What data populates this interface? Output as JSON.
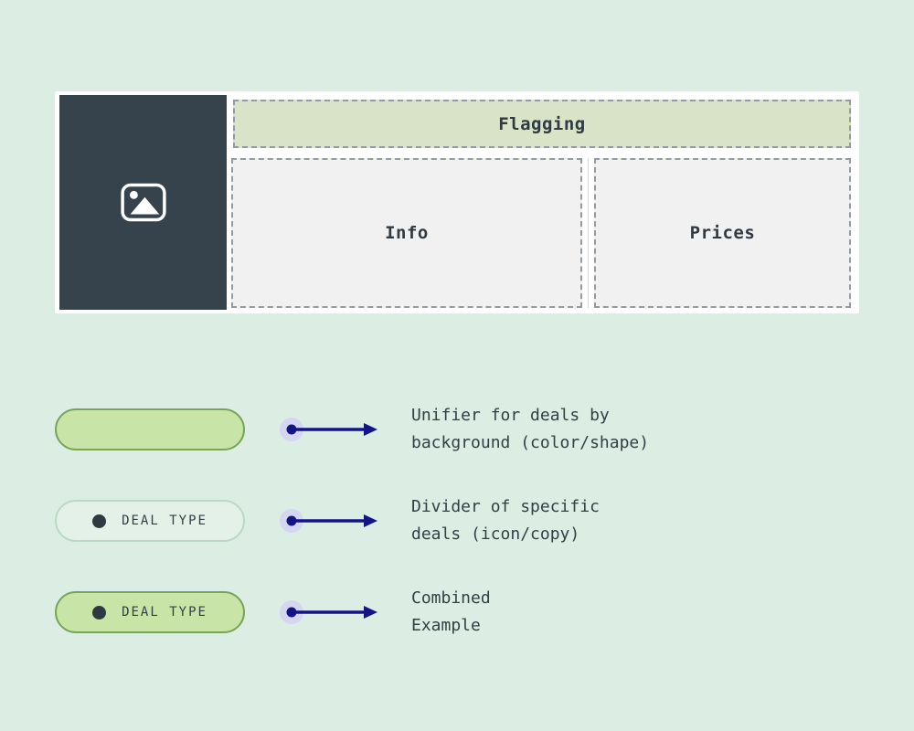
{
  "colors": {
    "page_bg": "#dcede3",
    "card_bg": "#ffffff",
    "image_panel_bg": "#36434c",
    "flagging_bg": "#d8e3c8",
    "zone_bg": "#f1f1f2",
    "dashed_border": "#939ba1",
    "text_dark": "#333e45",
    "pill_green_bg": "#c8e5a7",
    "pill_green_border": "#78a55b",
    "pill_light_bg": "#e4f1e9",
    "pill_light_border": "#bad9c4",
    "arrow": "#141487",
    "arrow_halo": "#d4d6f2"
  },
  "card": {
    "image_icon": "image-icon",
    "flagging_label": "Flagging",
    "info_label": "Info",
    "prices_label": "Prices"
  },
  "legend": {
    "rows": [
      {
        "pill_style": "filled",
        "pill_label": "",
        "desc_line1": "Unifier for deals by",
        "desc_line2": "background (color/shape)"
      },
      {
        "pill_style": "outlined",
        "pill_label": "DEAL TYPE",
        "desc_line1": "Divider of specific",
        "desc_line2": "deals (icon/copy)"
      },
      {
        "pill_style": "combined",
        "pill_label": "DEAL TYPE",
        "desc_line1": "Combined",
        "desc_line2": "Example"
      }
    ]
  }
}
